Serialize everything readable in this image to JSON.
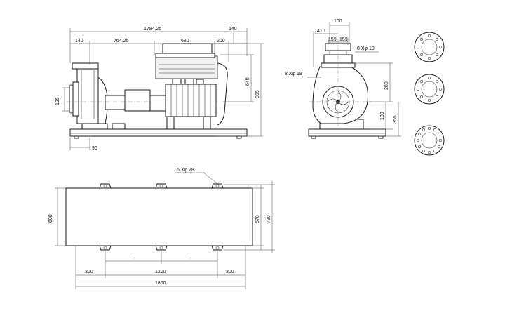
{
  "side_view": {
    "overall_length": "1784.25",
    "left_overhang": "140",
    "pump_to_coupling": "764.25",
    "motor_length": "680",
    "motor_tail": "200",
    "right_overhang": "140",
    "motor_height": "640",
    "total_height": "995",
    "suction_flange": "125",
    "foot_offset": "90"
  },
  "front_view": {
    "width_top": "100",
    "width_410": "410",
    "half_159_left": "159",
    "half_159_right": "159",
    "bolts_top": "8  Xφ 19",
    "bolts_side": "8  Xφ 19",
    "height_280": "280",
    "height_100": "100",
    "height_355": "355"
  },
  "base_plan": {
    "anchor_bolts": "6  Xφ 28",
    "width_600": "600",
    "width_670": "670",
    "width_730": "730",
    "spacing_left": "300",
    "spacing_mid": "1200",
    "spacing_right": "300",
    "total_length": "1800",
    "mark_1": "-",
    "mark_2": "-"
  }
}
